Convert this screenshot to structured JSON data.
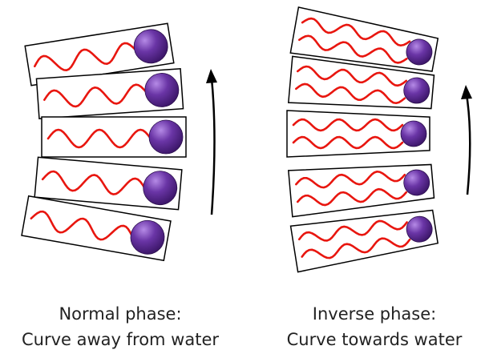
{
  "panels": [
    {
      "id": "normal",
      "caption_line1": "Normal phase:",
      "caption_line2": "Curve away from water",
      "lipid_count": 5,
      "tail_chains_per_lipid": 1
    },
    {
      "id": "inverse",
      "caption_line1": "Inverse phase:",
      "caption_line2": "Curve towards water",
      "lipid_count": 5,
      "tail_chains_per_lipid": 2
    }
  ],
  "colors": {
    "headgroup": "#6a35a6",
    "headgroup_highlight": "#b58ae6",
    "tail": "#e8160f",
    "box_stroke": "#000000",
    "arrow": "#000000",
    "text": "#222222"
  },
  "icons": {
    "headgroup": "purple-sphere",
    "tail": "wavy-line",
    "curvature_arrow": "curved-arrow-up"
  }
}
